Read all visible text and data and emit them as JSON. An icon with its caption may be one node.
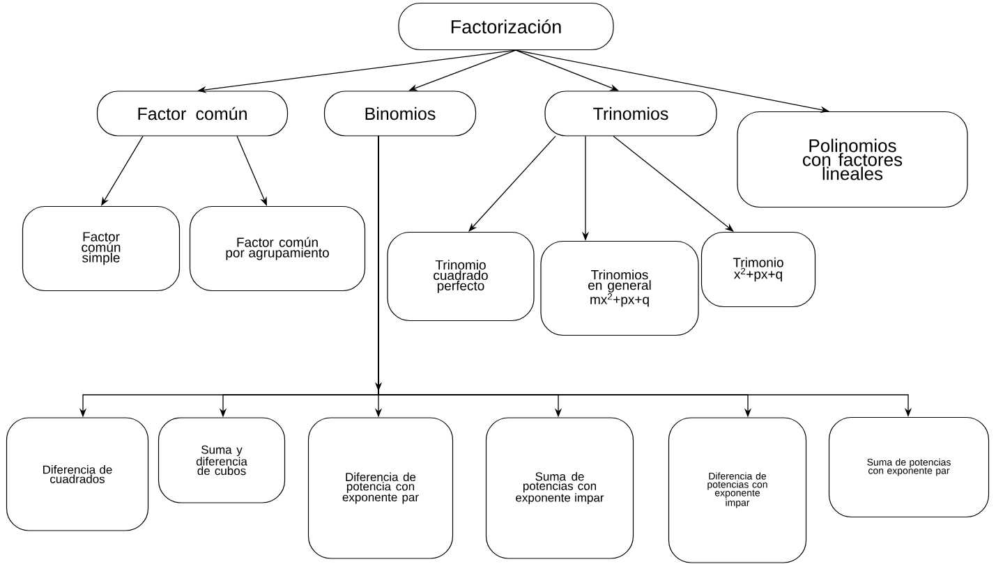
{
  "diagram": {
    "nodes": [
      {
        "text": [
          "Factorización"
        ]
      },
      {
        "text": [
          "Factor común"
        ]
      },
      {
        "text": [
          "Binomios"
        ]
      },
      {
        "text": [
          "Trinomios"
        ]
      },
      {
        "text": [
          "Polinomios con factores lineales"
        ]
      },
      {
        "text": [
          "Factor común simple"
        ]
      },
      {
        "text": [
          "Factor común por agrupamiento"
        ]
      },
      {
        "text": [
          "Trinomio cuadrado perfecto"
        ]
      },
      {
        "text": [
          "Trinomios en general mx$^{2}$+px+q"
        ]
      },
      {
        "text": [
          "Trimonio x$^{2}$+px+q"
        ]
      },
      {
        "text": [
          "Diferencia de cuadrados"
        ]
      },
      {
        "text": [
          "Suma y diferencia de cubos"
        ]
      },
      {
        "text": [
          "Diferencia de potencia con exponente par"
        ]
      },
      {
        "text": [
          "Suma de potencias con exponente impar"
        ]
      },
      {
        "text": [
          "Diferencia de potencias con exponente impar"
        ]
      },
      {
        "text": [
          "Suma de potencias con exponente par"
        ]
      }
    ],
    "edges": [
      {
        "from": 0,
        "to": 1,
        "arrow": "to"
      },
      {
        "from": 0,
        "to": 2,
        "arrow": "to"
      },
      {
        "from": 0,
        "to": 3,
        "arrow": "to"
      },
      {
        "from": 0,
        "to": 4,
        "arrow": "to"
      },
      {
        "from": 1,
        "to": 5,
        "arrow": "to"
      },
      {
        "from": 1,
        "to": 6,
        "arrow": "to"
      },
      {
        "from": 3,
        "to": 7,
        "arrow": "to"
      },
      {
        "from": 3,
        "to": 8,
        "arrow": "to"
      },
      {
        "from": 3,
        "to": 9,
        "arrow": "to"
      },
      {
        "from": 2,
        "to": 10,
        "arrow": "to"
      },
      {
        "from": 2,
        "to": 11,
        "arrow": "to"
      },
      {
        "from": 2,
        "to": 12,
        "arrow": "to"
      },
      {
        "from": 2,
        "to": 13,
        "arrow": "to"
      },
      {
        "from": 2,
        "to": 14,
        "arrow": "to"
      },
      {
        "from": 2,
        "to": 15,
        "arrow": "to"
      }
    ]
  }
}
